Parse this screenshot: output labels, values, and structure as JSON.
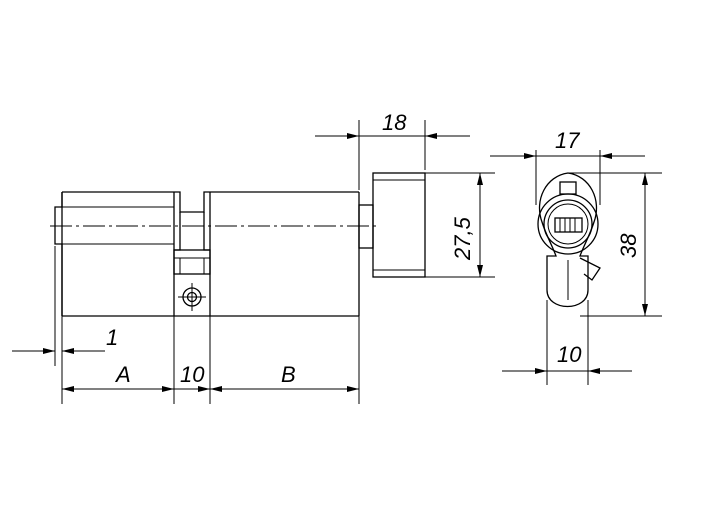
{
  "drawing": {
    "side_view": {
      "dimensions": {
        "knob_width": "18",
        "knob_height": "27,5",
        "offset": "1",
        "length_a": "A",
        "cam_width": "10",
        "length_b": "B"
      }
    },
    "end_view": {
      "dimensions": {
        "width": "17",
        "height": "38",
        "cam_width": "10"
      }
    }
  },
  "colors": {
    "line": "#000000",
    "background": "#ffffff"
  }
}
